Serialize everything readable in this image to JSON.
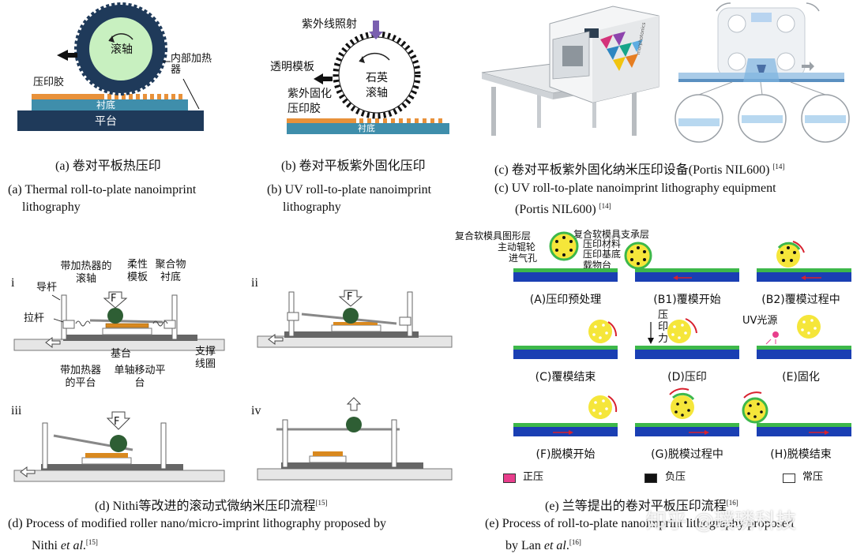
{
  "panel_a": {
    "roller_label": "滚轴",
    "heater_label": "内部加热器",
    "resist_label": "压印胶",
    "substrate_label": "衬底",
    "platform_label": "平台",
    "caption_cn": "(a) 卷对平板热压印",
    "caption_en_1": "(a) Thermal roll-to-plate nanoimprint",
    "caption_en_2": "lithography"
  },
  "panel_b": {
    "uv_label": "紫外线照射",
    "mold_label": "透明模板",
    "resist_label": "紫外固化压印胶",
    "roller_label": "石英滚轴",
    "substrate_label": "衬底",
    "caption_cn": "(b) 卷对平板紫外固化压印",
    "caption_en_1": "(b) UV roll-to-plate nanoimprint",
    "caption_en_2": "lithography"
  },
  "panel_c": {
    "brand_text": "morphotonics",
    "caption_cn": "(c) 卷对平板紫外固化纳米压印设备(Portis NIL600)",
    "caption_cn_ref": "[14]",
    "caption_en_1": "(c) UV roll-to-plate nanoimprint lithography equipment",
    "caption_en_2": "(Portis NIL600)",
    "caption_en_ref": "[14]"
  },
  "panel_d": {
    "step_i": "i",
    "step_ii": "ii",
    "step_iii": "iii",
    "step_iv": "iv",
    "force": "F",
    "heated_roller": "带加热器的滚轴",
    "guide_rod": "导杆",
    "pull_rod": "拉杆",
    "flexible_mold": "柔性模板",
    "polymer_substrate": "聚合物衬底",
    "base": "基台",
    "heated_platform": "带加热器的平台",
    "single_axis_platform": "单轴移动平台",
    "support_coil": "支撑线圈",
    "caption_cn": "(d) Nithi等改进的滚动式微纳米压印流程",
    "caption_cn_ref": "[15]",
    "caption_en_1": "(d) Process of modified roller nano/micro-imprint lithography proposed by",
    "caption_en_2a": "Nithi ",
    "caption_en_2b": "et al",
    "caption_en_2c": ".",
    "caption_en_ref": "[15]"
  },
  "panel_e": {
    "label_pattern_layer": "复合软模具图形层",
    "label_drive_roller": "主动辊轮",
    "label_vent": "进气孔",
    "label_support_layer": "复合软模具支承层",
    "label_material": "压印材料",
    "label_base": "压印基底",
    "label_stage": "载物台",
    "label_force": "压印力",
    "label_uv": "UV光源",
    "steps": [
      "(A)压印预处理",
      "(B1)覆模开始",
      "(B2)覆模过程中",
      "(C)覆模结束",
      "(D)压印",
      "(E)固化",
      "(F)脱模开始",
      "(G)脱模过程中",
      "(H)脱模结束"
    ],
    "legend": [
      "正压",
      "负压",
      "常压"
    ],
    "legend_colors": [
      "#e83e8c",
      "#111111",
      "#ffffff"
    ],
    "caption_cn": "(e) 兰等提出的卷对平板压印流程",
    "caption_cn_ref": "[16]",
    "caption_en_1": "(e) Process of roll-to-plate nanoimprint lithography proposed",
    "caption_en_2a": "by Lan ",
    "caption_en_2b": "et al",
    "caption_en_2c": ".",
    "caption_en_ref": "[16]"
  },
  "watermark": "知乎 @璞璘科技",
  "colors": {
    "dark_navy": "#1f3a5a",
    "substrate_teal": "#3f8eab",
    "resist_orange": "#e8913a",
    "roller_green": "#c8f0c0",
    "blue_stage": "#1a3fb3",
    "green_layer": "#3db84a",
    "yellow_roller": "#f5e63a",
    "red_arrow": "#d8212e"
  }
}
